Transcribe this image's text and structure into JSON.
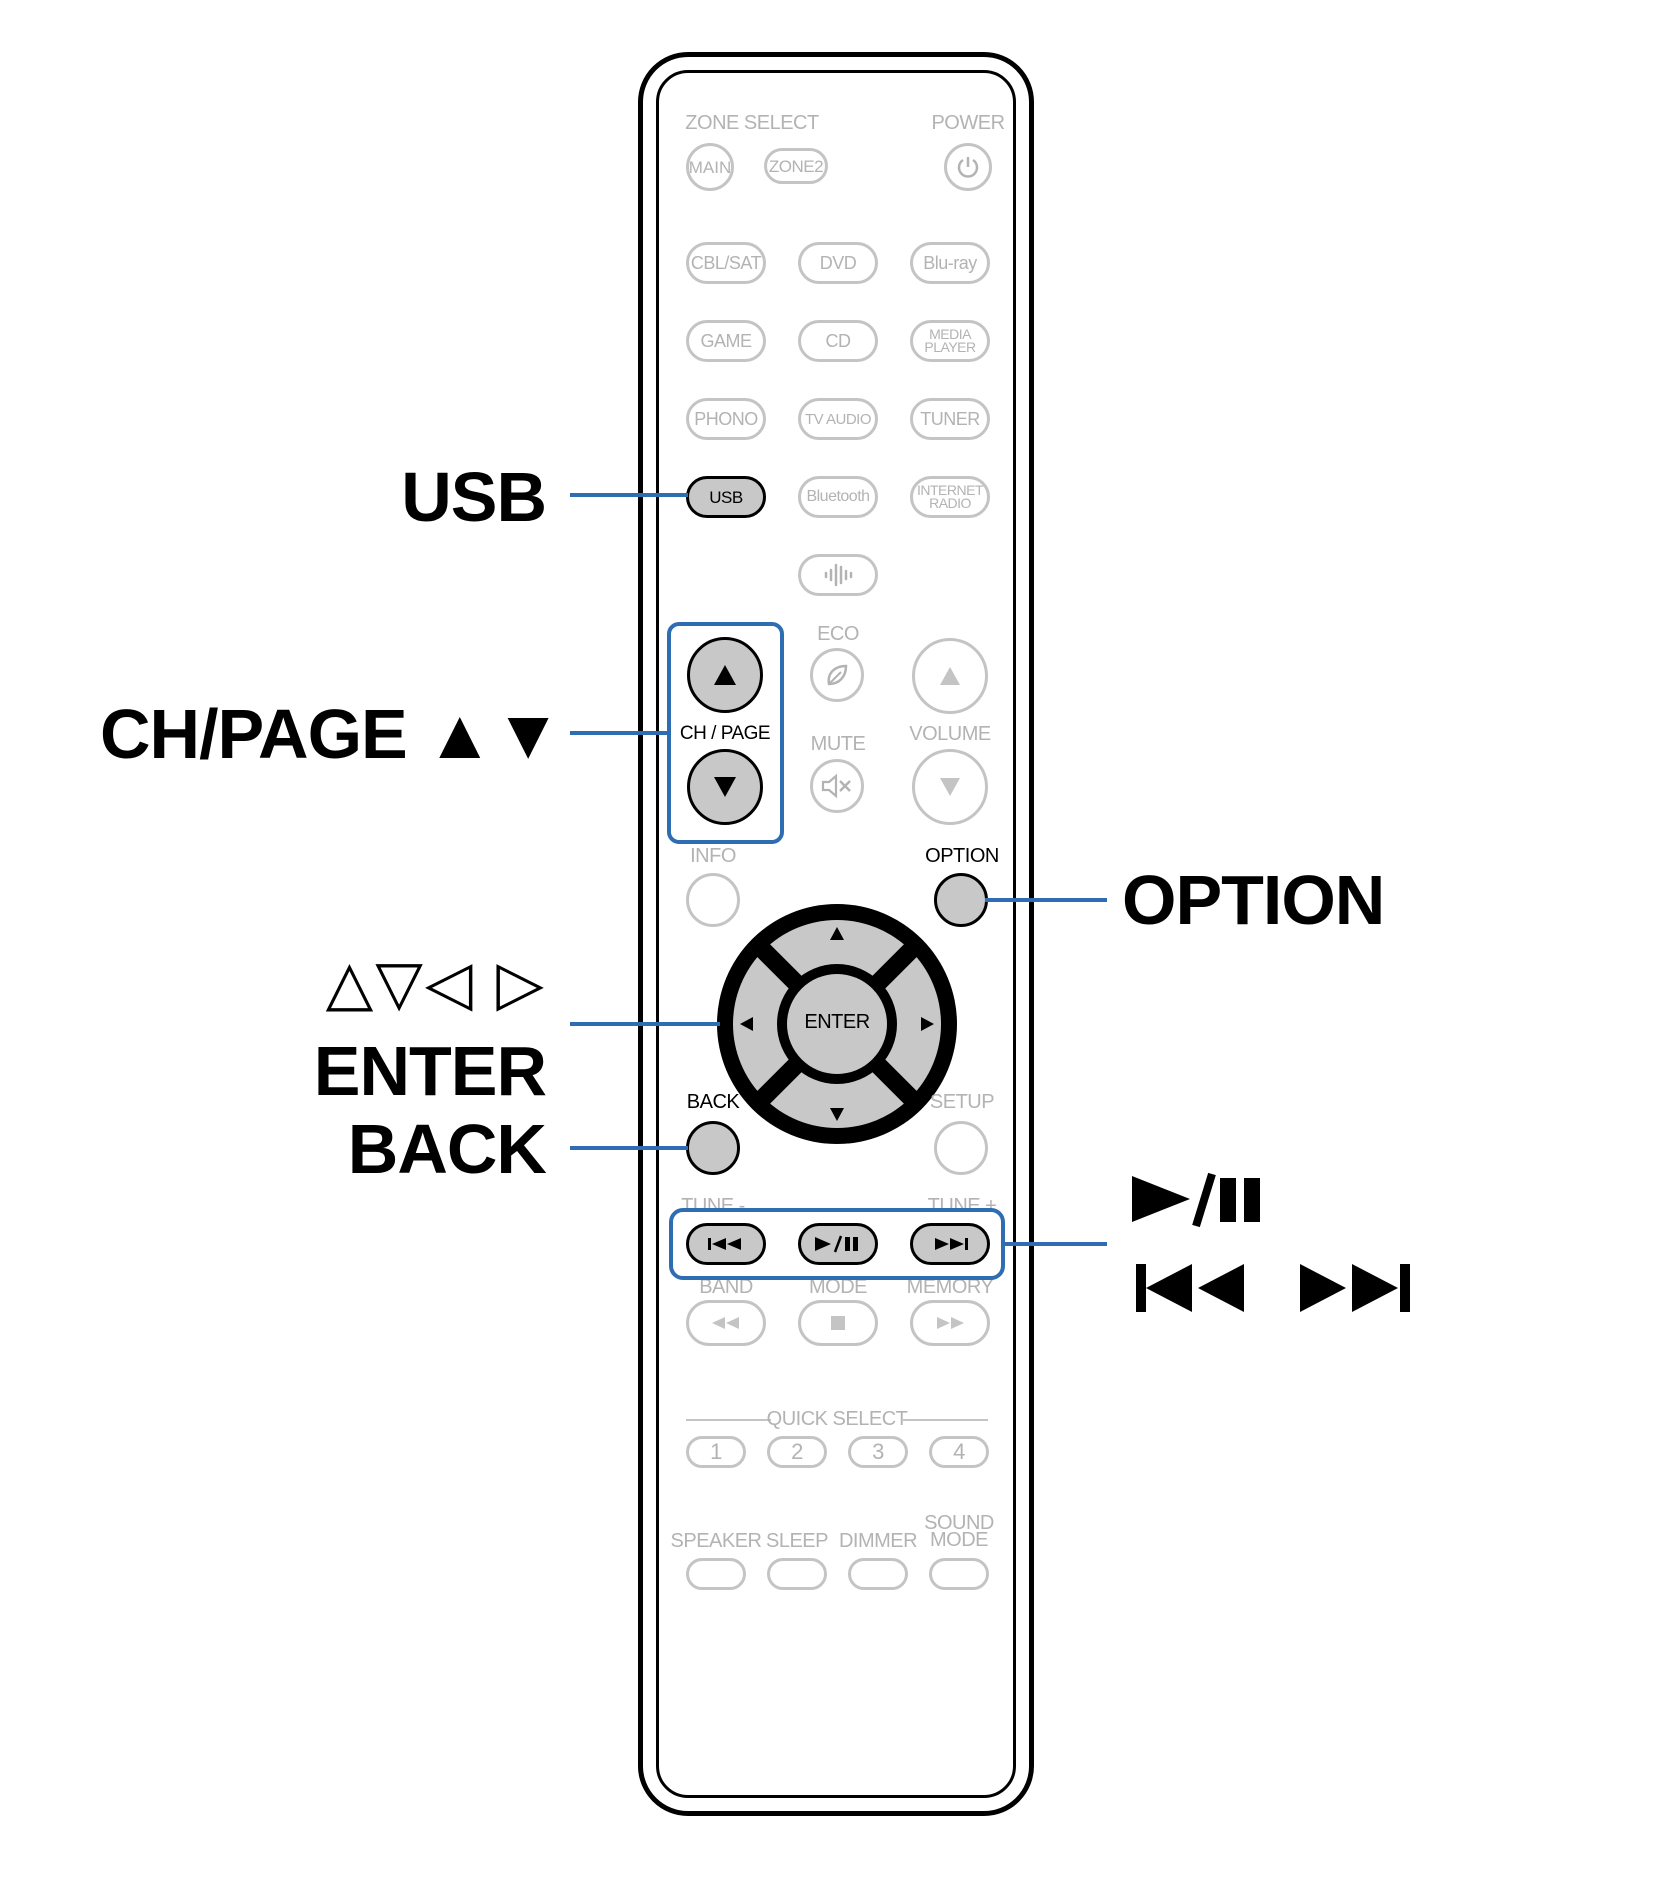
{
  "remote": {
    "zone_select": "ZONE SELECT",
    "power": "POWER",
    "main": "MAIN",
    "zone2": "ZONE2",
    "sources": [
      {
        "label": "CBL/SAT"
      },
      {
        "label": "DVD"
      },
      {
        "label": "Blu-ray"
      },
      {
        "label": "GAME"
      },
      {
        "label": "CD"
      },
      {
        "label": "MEDIA\nPLAYER"
      },
      {
        "label": "PHONO"
      },
      {
        "label": "TV AUDIO"
      },
      {
        "label": "TUNER"
      },
      {
        "label": "USB"
      },
      {
        "label": "Bluetooth"
      },
      {
        "label": "INTERNET\nRADIO"
      }
    ],
    "eco": "ECO",
    "ch_page": "CH / PAGE",
    "mute": "MUTE",
    "volume": "VOLUME",
    "info": "INFO",
    "option": "OPTION",
    "enter": "ENTER",
    "back": "BACK",
    "setup": "SETUP",
    "tune_minus": "TUNE -",
    "tune_plus": "TUNE +",
    "band": "BAND",
    "mode": "MODE",
    "memory": "MEMORY",
    "quick_select": "QUICK SELECT",
    "quick_numbers": [
      "1",
      "2",
      "3",
      "4"
    ],
    "bottom_labels": {
      "speaker": "SPEAKER",
      "sleep": "SLEEP",
      "dimmer": "DIMMER",
      "sound_mode": "SOUND\nMODE"
    }
  },
  "callouts": {
    "usb": "USB",
    "ch_page": "CH/PAGE ▲▼",
    "option": "OPTION",
    "cursor": "△▽◁ ▷",
    "enter": "ENTER",
    "back": "BACK",
    "play_pause": "►/❚❚",
    "skip": "⏮ ⏭"
  },
  "colors": {
    "highlight": "#2f6db3",
    "active_fill": "#c8c8c8",
    "inactive_stroke": "#c4c4c4"
  }
}
